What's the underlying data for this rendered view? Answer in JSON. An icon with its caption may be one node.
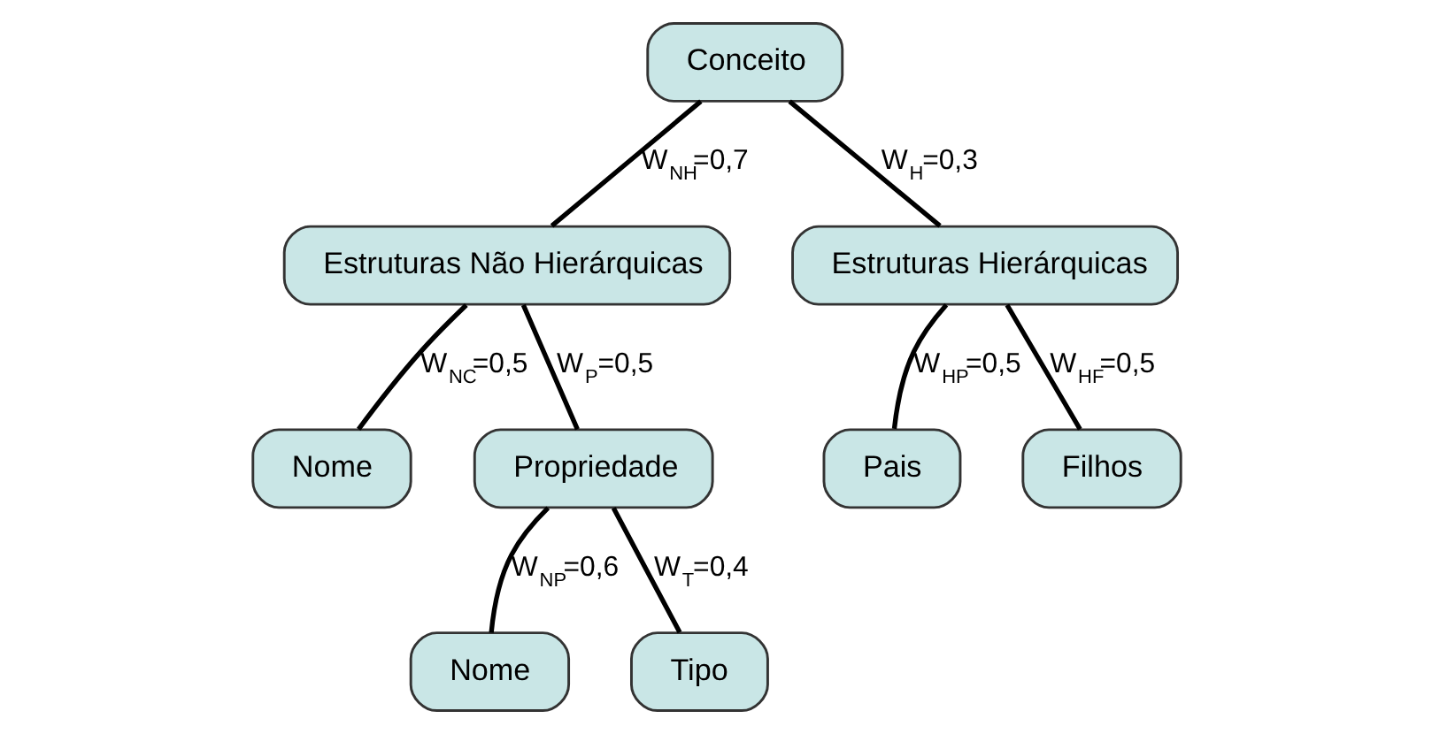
{
  "diagram": {
    "nodes": [
      {
        "text": [
          "Conceito"
        ]
      },
      {
        "text": [
          "Estruturas Não Hierárquicas"
        ]
      },
      {
        "text": [
          "Estruturas Hierárquicas"
        ]
      },
      {
        "text": [
          "Nome"
        ]
      },
      {
        "text": [
          "Propriedade"
        ]
      },
      {
        "text": [
          "Pais"
        ]
      },
      {
        "text": [
          "Filhos"
        ]
      },
      {
        "text": [
          "Nome"
        ]
      },
      {
        "text": [
          "Tipo"
        ]
      }
    ],
    "edges": [
      {
        "from": 0,
        "to": 1,
        "arrow": "none",
        "label": "W$_{NH}$=0,7"
      },
      {
        "from": 0,
        "to": 2,
        "arrow": "none",
        "label": "W$_{H}$=0,3"
      },
      {
        "from": 1,
        "to": 3,
        "arrow": "none",
        "label": "W$_{NC}$=0,5"
      },
      {
        "from": 1,
        "to": 4,
        "arrow": "none",
        "label": "W$_{P}$=0,5"
      },
      {
        "from": 2,
        "to": 5,
        "arrow": "none",
        "label": "W$_{HP}$=0,5"
      },
      {
        "from": 2,
        "to": 6,
        "arrow": "none",
        "label": "W$_{HF}$=0,5"
      },
      {
        "from": 4,
        "to": 7,
        "arrow": "none",
        "label": "W$_{NP}$=0,6"
      },
      {
        "from": 4,
        "to": 8,
        "arrow": "none",
        "label": "W$_{T}$=0,4"
      }
    ]
  }
}
